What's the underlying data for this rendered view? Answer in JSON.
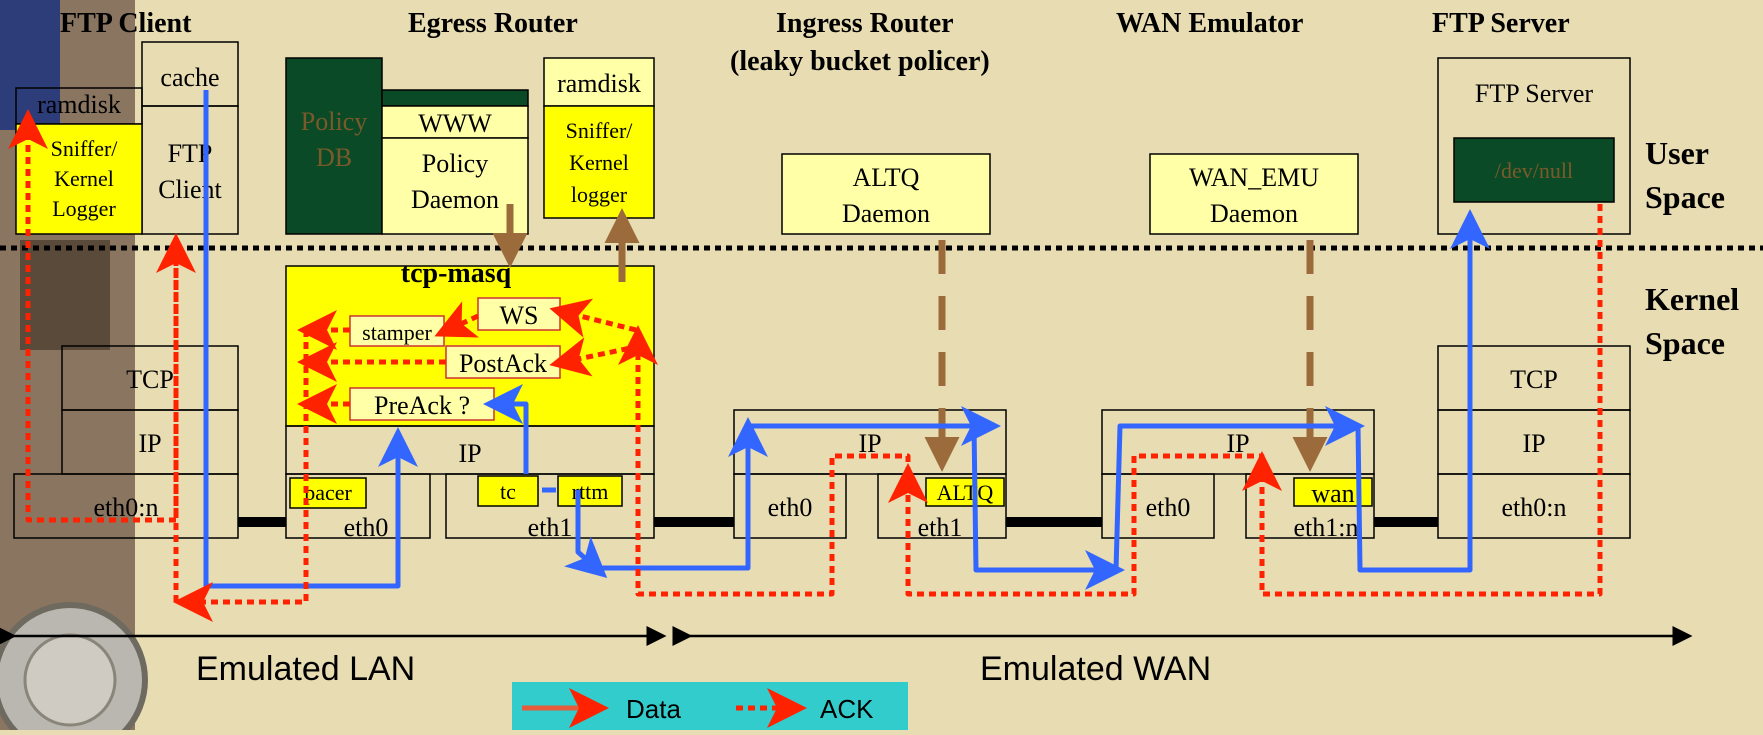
{
  "headers": {
    "ftp_client": "FTP Client",
    "egress_router": "Egress Router",
    "ingress_router_1": "Ingress Router",
    "ingress_router_2": "(leaky bucket policer)",
    "wan_emulator": "WAN Emulator",
    "ftp_server": "FTP Server"
  },
  "space_labels": {
    "user_1": "User",
    "user_2": "Space",
    "kernel_1": "Kernel",
    "kernel_2": "Space"
  },
  "client": {
    "ramdisk": "ramdisk",
    "cache": "cache",
    "sniffer_1": "Sniffer/",
    "sniffer_2": "Kernel",
    "sniffer_3": "Logger",
    "ftp_1": "FTP",
    "ftp_2": "Client",
    "tcp": "TCP",
    "ip": "IP",
    "eth": "eth0:n"
  },
  "egress": {
    "policy_db_1": "Policy",
    "policy_db_2": "DB",
    "www": "WWW",
    "daemon_1": "Policy",
    "daemon_2": "Daemon",
    "ramdisk": "ramdisk",
    "sniffer_1": "Sniffer/",
    "sniffer_2": "Kernel",
    "sniffer_3": "logger",
    "tcpmasq": "tcp-masq",
    "ws": "WS",
    "stamper": "stamper",
    "postack": "PostAck",
    "preack": "PreAck ?",
    "ip": "IP",
    "pacer": "pacer",
    "eth0": "eth0",
    "tc": "tc",
    "rttm": "rttm",
    "eth1": "eth1"
  },
  "ingress": {
    "daemon_1": "ALTQ",
    "daemon_2": "Daemon",
    "ip": "IP",
    "eth0": "eth0",
    "eth1": "eth1",
    "altq": "ALTQ"
  },
  "wan": {
    "daemon_1": "WAN_EMU",
    "daemon_2": "Daemon",
    "ip": "IP",
    "eth0": "eth0",
    "eth1": "eth1:n",
    "wan": "wan"
  },
  "server": {
    "ftp_server": "FTP  Server",
    "devnull": "/dev/null",
    "tcp": "TCP",
    "ip": "IP",
    "eth": "eth0:n"
  },
  "spans": {
    "lan": "Emulated LAN",
    "wan": "Emulated WAN"
  },
  "legend": {
    "data": "Data",
    "ack": "ACK"
  },
  "colors": {
    "background": "#e8dcb2",
    "yellow": "#ffff00",
    "pale_yellow": "#ffffa8",
    "dark_green": "#0b4a26",
    "data_line": "#3366ff",
    "ack_line": "#ff2200",
    "daemon_arrow": "#9c6b3c",
    "legend_bg": "#33cccc"
  }
}
